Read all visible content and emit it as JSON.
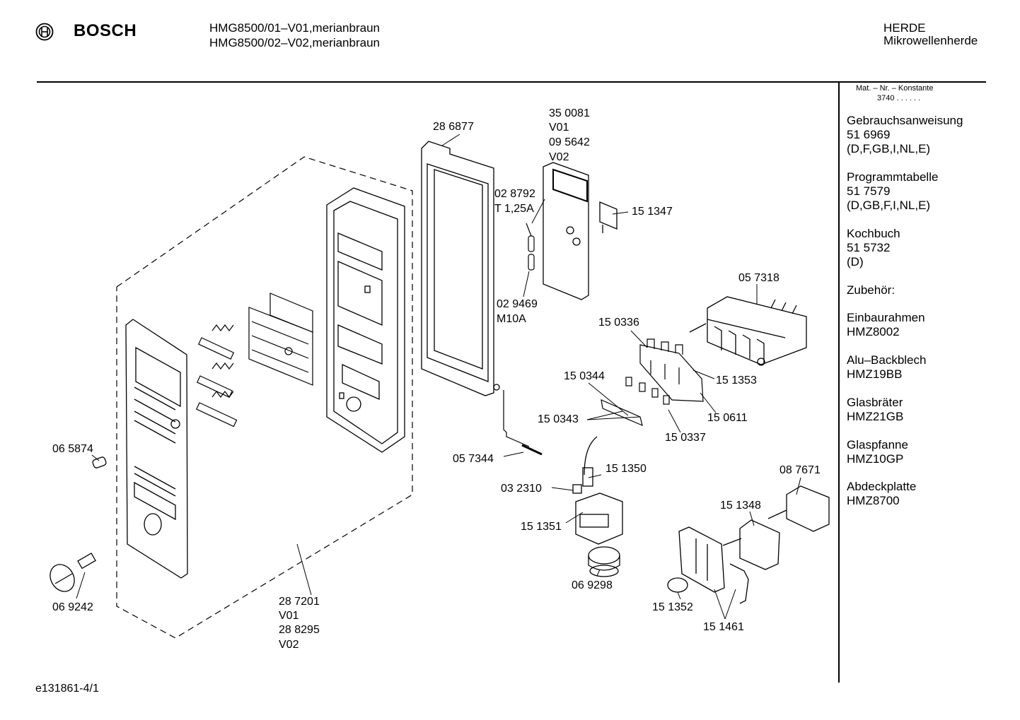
{
  "header": {
    "brand": "BOSCH",
    "models": [
      "HMG8500/01–V01,merianbraun",
      "HMG8500/02–V02,merianbraun"
    ],
    "category": [
      "HERDE",
      "Mikrowellenherde"
    ]
  },
  "sidebar": {
    "mat_header": "Mat. – Nr. – Konstante",
    "mat_value": "3740 . . . . . .",
    "items": [
      {
        "title": "Gebrauchsanweisung",
        "lines": [
          "51 6969",
          "(D,F,GB,I,NL,E)"
        ]
      },
      {
        "title": "Programmtabelle",
        "lines": [
          "51 7579",
          "(D,GB,F,I,NL,E)"
        ]
      },
      {
        "title": "Kochbuch",
        "lines": [
          "51 5732",
          "(D)"
        ]
      },
      {
        "title": "Zubehör:",
        "lines": []
      },
      {
        "title": "Einbaurahmen",
        "lines": [
          "HMZ8002"
        ]
      },
      {
        "title": "Alu–Backblech",
        "lines": [
          "HMZ19BB"
        ]
      },
      {
        "title": "Glasbräter",
        "lines": [
          "HMZ21GB"
        ]
      },
      {
        "title": "Glaspfanne",
        "lines": [
          "HMZ10GP"
        ]
      },
      {
        "title": "Abdeckplatte",
        "lines": [
          "HMZ8700"
        ]
      }
    ]
  },
  "parts": {
    "p286877": "28 6877",
    "p350081": "35 0081",
    "v01_a": "V01",
    "p095642": "09 5642",
    "v02_a": "V02",
    "p028792": "02 8792",
    "t125a": "T 1,25A",
    "p151347": "15 1347",
    "p029469": "02 9469",
    "m10a": "M10A",
    "p057318": "05 7318",
    "p150336": "15 0336",
    "p151353": "15 1353",
    "p150344": "15 0344",
    "p150611": "15 0611",
    "p150343": "15 0343",
    "p150337": "15 0337",
    "p065874": "06 5874",
    "p057344": "05 7344",
    "p151350": "15 1350",
    "p087671": "08 7671",
    "p032310": "03 2310",
    "p151348": "15 1348",
    "p151351": "15 1351",
    "p069298": "06 9298",
    "p069242": "06 9242",
    "p287201": "28 7201",
    "v01_b": "V01",
    "p288295": "28 8295",
    "v02_b": "V02",
    "p151352": "15 1352",
    "p151461": "15 1461"
  },
  "footer": {
    "doc_code": "e131861-4/1"
  }
}
